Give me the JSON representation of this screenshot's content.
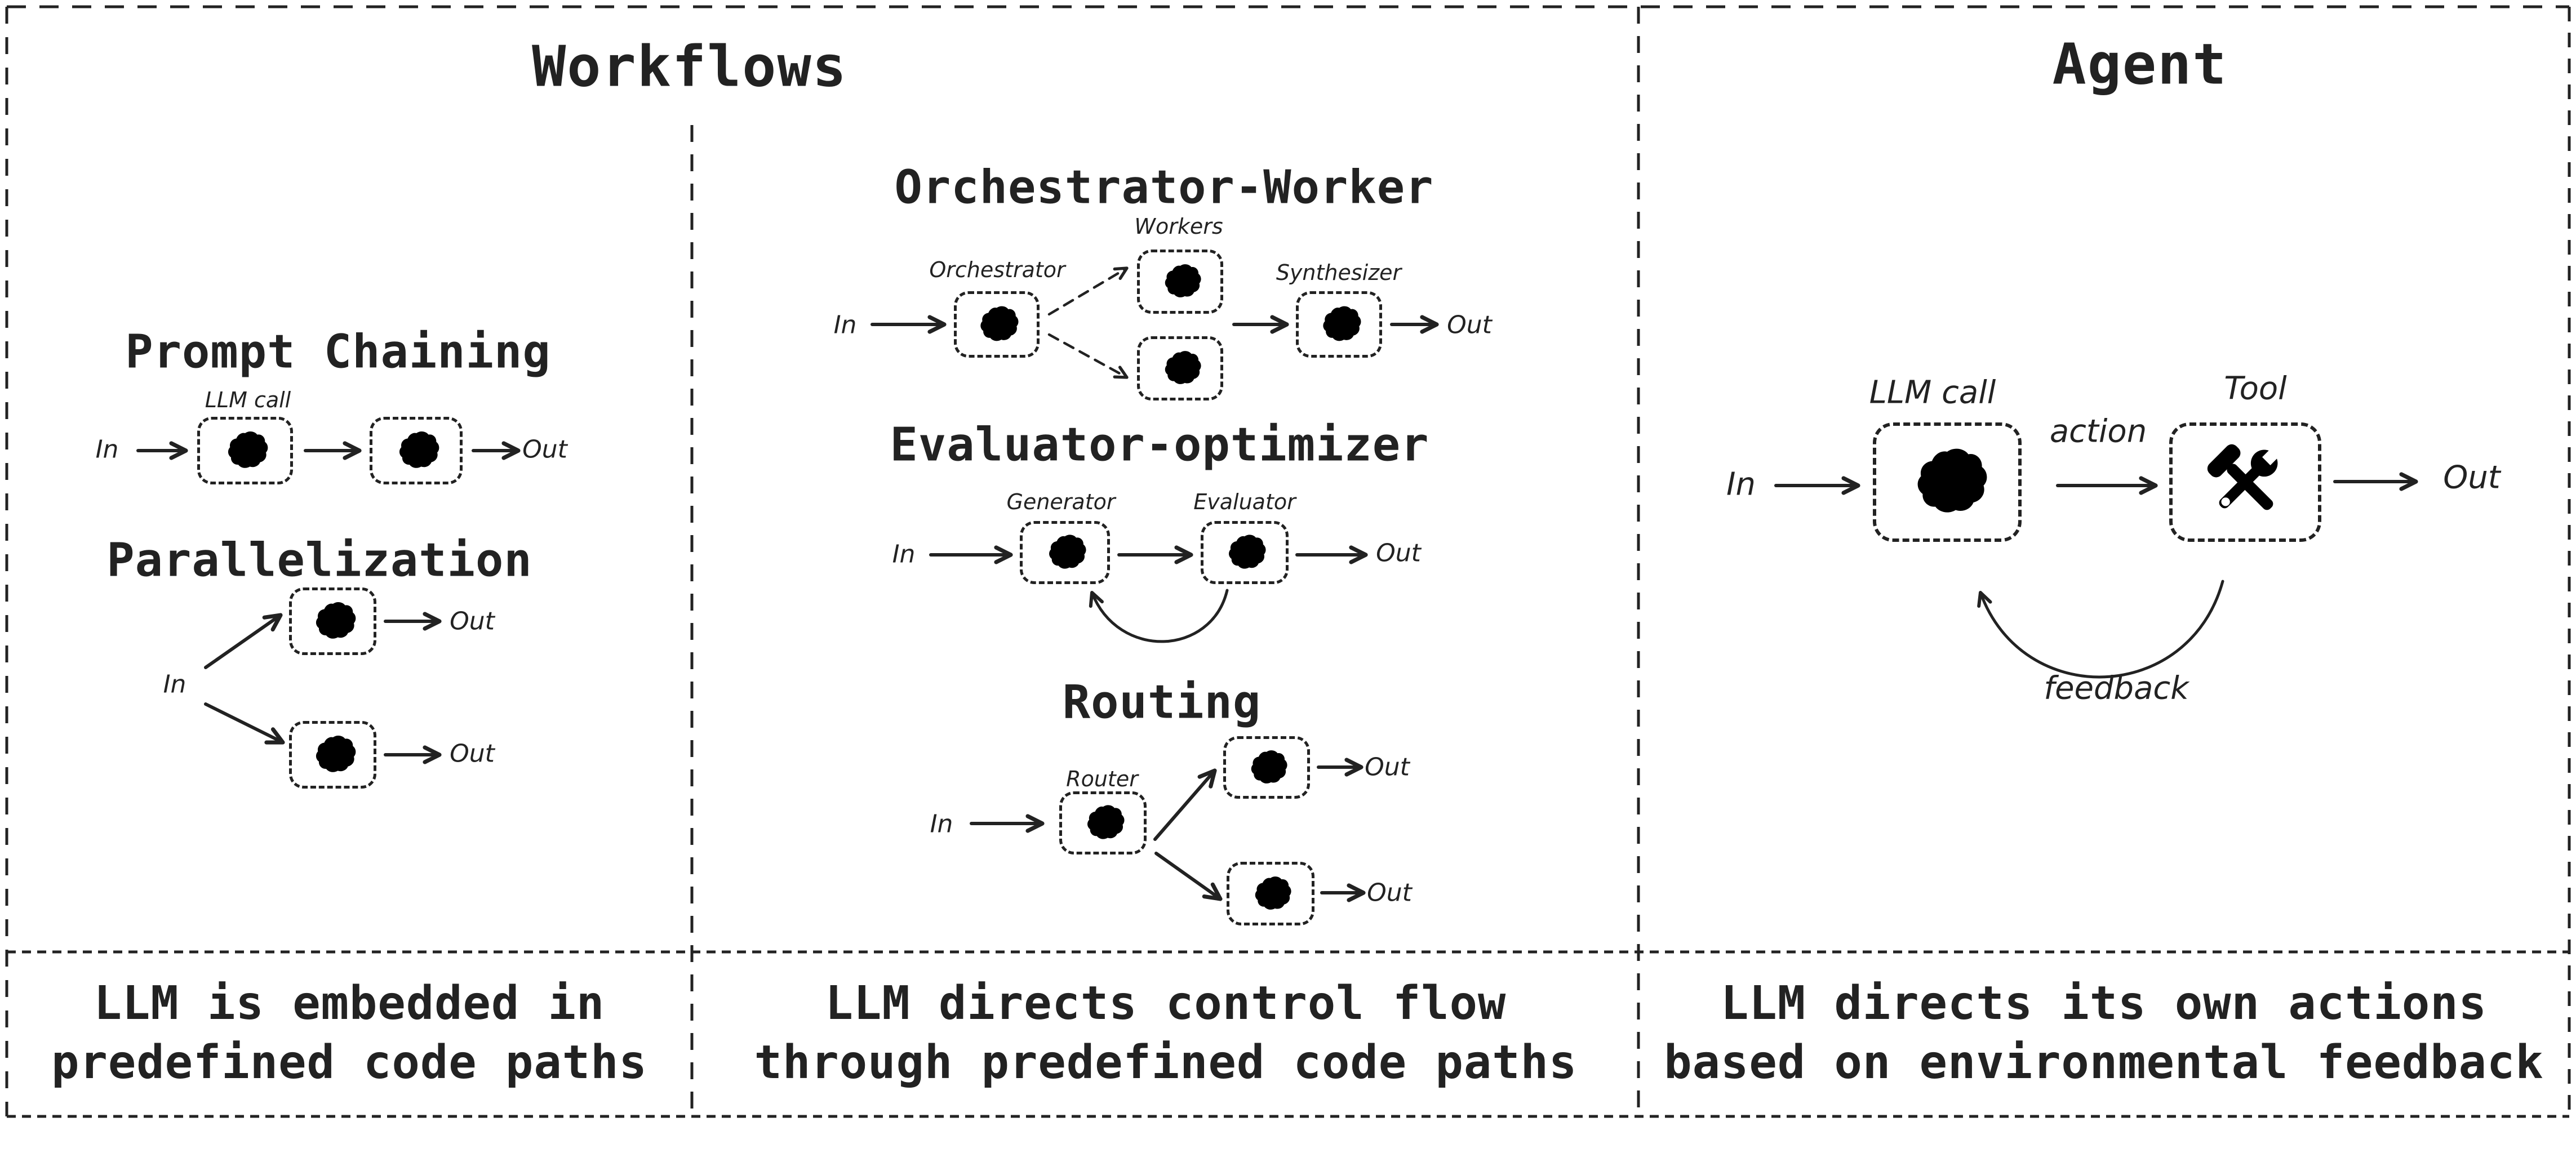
{
  "colors": {
    "ink": "#222222",
    "bg": "#ffffff",
    "tool_blue": "#85b7c8",
    "tool_blue_light": "#c2e0ea",
    "tool_brown": "#a9734d"
  },
  "icons": {
    "brain": "brain-doodle-icon",
    "tool": "hammer-wrench-icon"
  },
  "workflows": {
    "title": "Workflows",
    "caption_left": {
      "line1": "LLM is embedded in",
      "line2": "predefined code paths"
    },
    "caption_middle": {
      "line1": "LLM directs control flow",
      "line2": "through predefined code paths"
    },
    "prompt_chaining": {
      "title": "Prompt Chaining",
      "llm_call": "LLM call",
      "in": "In",
      "out": "Out"
    },
    "parallelization": {
      "title": "Parallelization",
      "in": "In",
      "out1": "Out",
      "out2": "Out"
    },
    "orchestrator_worker": {
      "title": "Orchestrator-Worker",
      "workers": "Workers",
      "orchestrator": "Orchestrator",
      "synthesizer": "Synthesizer",
      "in": "In",
      "out": "Out"
    },
    "evaluator_optimizer": {
      "title": "Evaluator-optimizer",
      "generator": "Generator",
      "evaluator": "Evaluator",
      "in": "In",
      "out": "Out"
    },
    "routing": {
      "title": "Routing",
      "router": "Router",
      "in": "In",
      "out1": "Out",
      "out2": "Out"
    }
  },
  "agent": {
    "title": "Agent",
    "llm_call": "LLM call",
    "action": "action",
    "tool": "Tool",
    "in": "In",
    "out": "Out",
    "feedback": "feedback",
    "caption": {
      "line1": "LLM directs its own actions",
      "line2": "based on environmental feedback"
    }
  }
}
